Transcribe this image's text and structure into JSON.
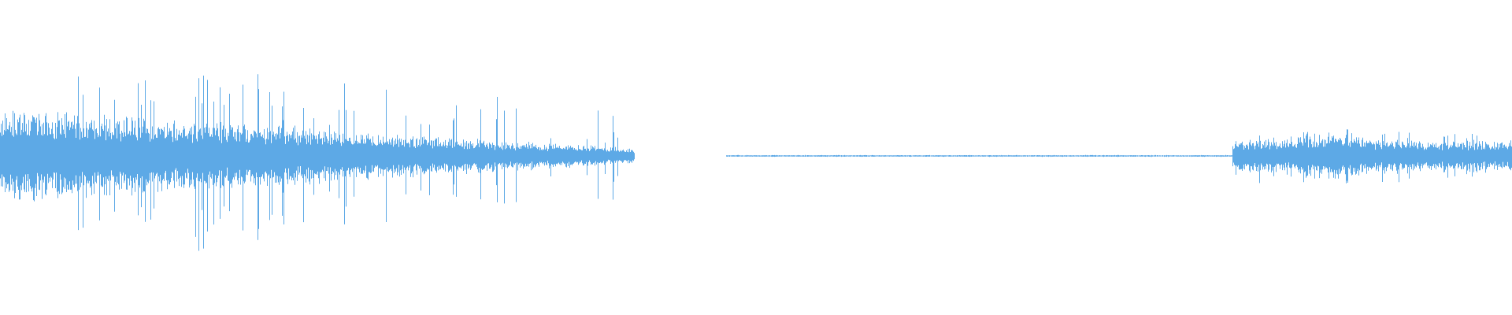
{
  "waveform": {
    "color": "#5DA9E6",
    "background": "#FFFFFF",
    "segments": [
      {
        "kind": "audio",
        "start": 0.0,
        "end": 0.42,
        "env_start": 0.32,
        "env_end": 0.05,
        "spike": 0.8
      },
      {
        "kind": "silence",
        "start": 0.42,
        "end": 0.48,
        "env_start": 0.0,
        "env_end": 0.0,
        "spike": 0.0
      },
      {
        "kind": "low-noise",
        "start": 0.48,
        "end": 0.815,
        "env_start": 0.006,
        "env_end": 0.006,
        "spike": 0.0
      },
      {
        "kind": "audio",
        "start": 0.815,
        "end": 1.0,
        "env_start": 0.12,
        "env_end": 0.1,
        "spike": 0.22
      }
    ]
  }
}
